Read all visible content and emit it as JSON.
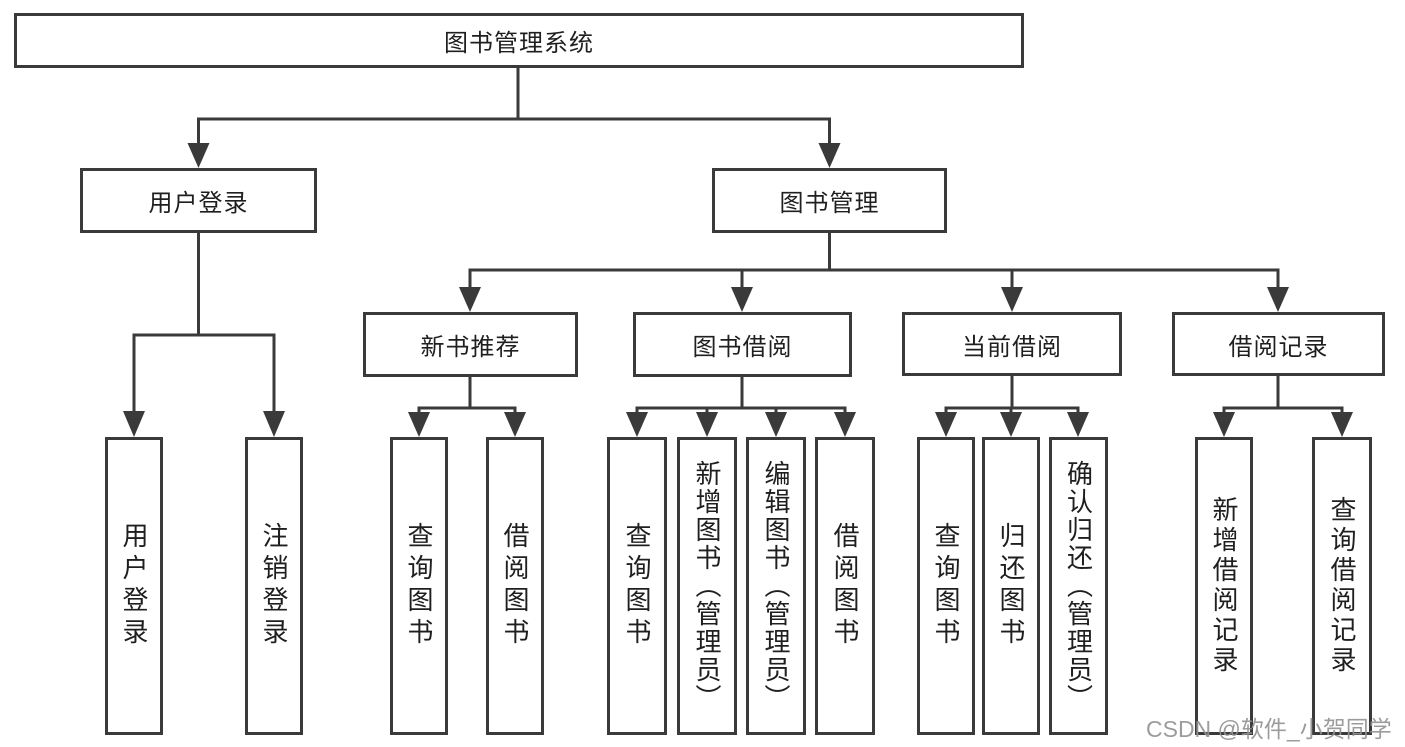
{
  "tree": {
    "root": {
      "label": "图书管理系统",
      "children": [
        {
          "label": "用户登录",
          "children": [
            {
              "label": "用户登录"
            },
            {
              "label": "注销登录"
            }
          ]
        },
        {
          "label": "图书管理",
          "children": [
            {
              "label": "新书推荐",
              "children": [
                {
                  "label": "查询图书"
                },
                {
                  "label": "借阅图书"
                }
              ]
            },
            {
              "label": "图书借阅",
              "children": [
                {
                  "label": "查询图书"
                },
                {
                  "label": "新增图书（管理员）"
                },
                {
                  "label": "编辑图书（管理员）"
                },
                {
                  "label": "借阅图书"
                }
              ]
            },
            {
              "label": "当前借阅",
              "children": [
                {
                  "label": "查询图书"
                },
                {
                  "label": "归还图书"
                },
                {
                  "label": "确认归还（管理员）"
                }
              ]
            },
            {
              "label": "借阅记录",
              "children": [
                {
                  "label": "新增借阅记录"
                },
                {
                  "label": "查询借阅记录"
                }
              ]
            }
          ]
        }
      ]
    }
  },
  "watermark": {
    "text": "CSDN @软件_小贺同学"
  },
  "colors": {
    "line": "#3a3a3a",
    "text": "#1f1f1f",
    "watermark": "#949494",
    "background": "#ffffff"
  }
}
